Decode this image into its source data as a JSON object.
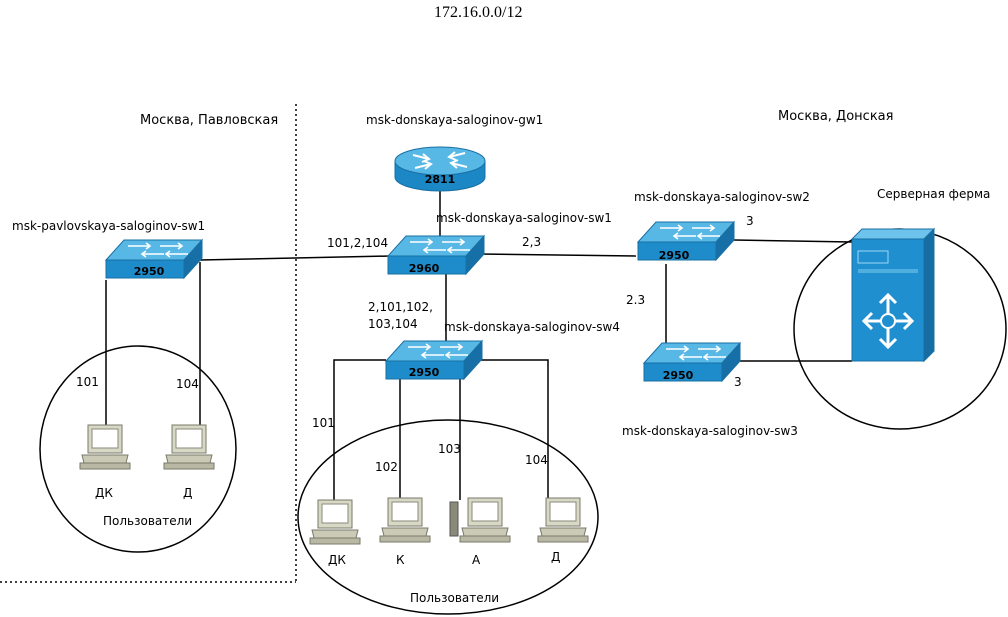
{
  "network": "172.16.0.0/12",
  "locations": {
    "pavlovskaya": "Москва, Павловская",
    "donskaya": "Москва, Донская"
  },
  "devices": {
    "gw1": {
      "name": "msk-donskaya-saloginov-gw1",
      "model": "2811"
    },
    "core_sw1": {
      "name": "msk-donskaya-saloginov-sw1",
      "model": "2960"
    },
    "sw2": {
      "name": "msk-donskaya-saloginov-sw2",
      "model": "2950"
    },
    "sw3": {
      "name": "msk-donskaya-saloginov-sw3",
      "model": "2950"
    },
    "sw4": {
      "name": "msk-donskaya-saloginov-sw4",
      "model": "2950"
    },
    "pav_sw1": {
      "name": "msk-pavlovskaya-saloginov-sw1",
      "model": "2950"
    }
  },
  "server_farm": "Серверная ферма",
  "vlan_labels": {
    "pav_trunk": "101,2,104",
    "core_to_sw2": "2,3",
    "core_to_sw4_line1": "2,101,102,",
    "core_to_sw4_line2": "103,104",
    "sw2_to_sw3": "2.3",
    "sw2_to_server": "3",
    "sw3_to_server": "3",
    "pav_left": "101",
    "pav_right": "104",
    "sw4_1": "101",
    "sw4_2": "102",
    "sw4_3": "103",
    "sw4_4": "104"
  },
  "user_groups": {
    "pavlovskaya": {
      "label": "Пользователи",
      "hosts": [
        "ДК",
        "Д"
      ]
    },
    "donskaya": {
      "label": "Пользователи",
      "hosts": [
        "ДК",
        "К",
        "А",
        "Д"
      ]
    }
  },
  "colors": {
    "switch_top": "#4fb3e3",
    "switch_side": "#1b87c4",
    "pc_body": "#d8d8c8",
    "server": "#1f8fd0"
  }
}
